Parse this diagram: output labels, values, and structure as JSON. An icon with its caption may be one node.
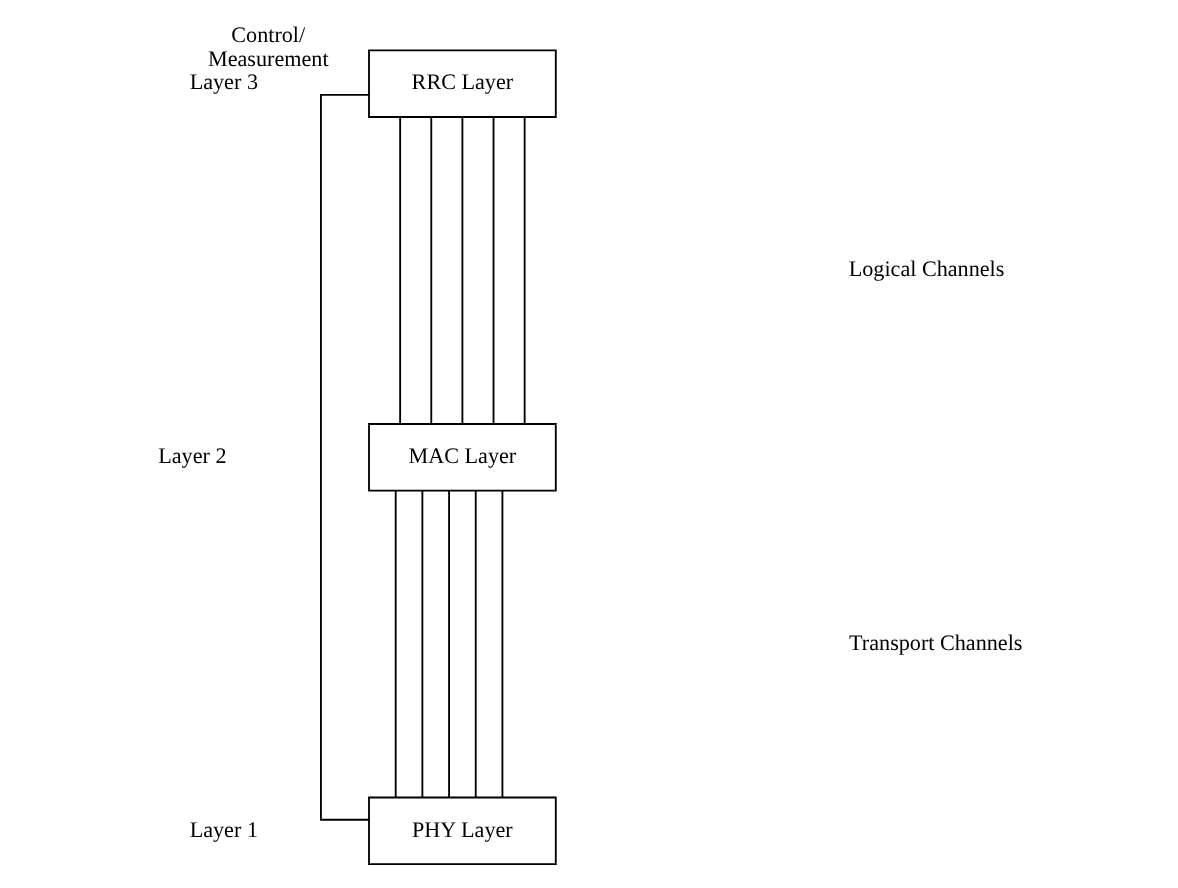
{
  "diagram": {
    "nodes": [
      {
        "text": [
          "RRC Layer"
        ]
      },
      {
        "text": [
          "MAC Layer"
        ]
      },
      {
        "text": [
          "PHY Layer"
        ]
      }
    ],
    "edges": [
      {
        "from": 0,
        "to": 1,
        "arrow": "none"
      },
      {
        "from": 0,
        "to": 1,
        "arrow": "none"
      },
      {
        "from": 0,
        "to": 1,
        "arrow": "none"
      },
      {
        "from": 0,
        "to": 1,
        "arrow": "none"
      },
      {
        "from": 0,
        "to": 1,
        "arrow": "none"
      },
      {
        "from": 1,
        "to": 2,
        "arrow": "none"
      },
      {
        "from": 1,
        "to": 2,
        "arrow": "none"
      },
      {
        "from": 1,
        "to": 2,
        "arrow": "none"
      },
      {
        "from": 1,
        "to": 2,
        "arrow": "none"
      },
      {
        "from": 1,
        "to": 2,
        "arrow": "none"
      },
      {
        "from": 2,
        "to": 0,
        "arrow": "none",
        "label": "Control/ Measurement"
      }
    ],
    "labels": [
      "Layer 3",
      "Logical Channels",
      "Layer 2",
      "Transport Channels",
      "Layer 1"
    ]
  }
}
